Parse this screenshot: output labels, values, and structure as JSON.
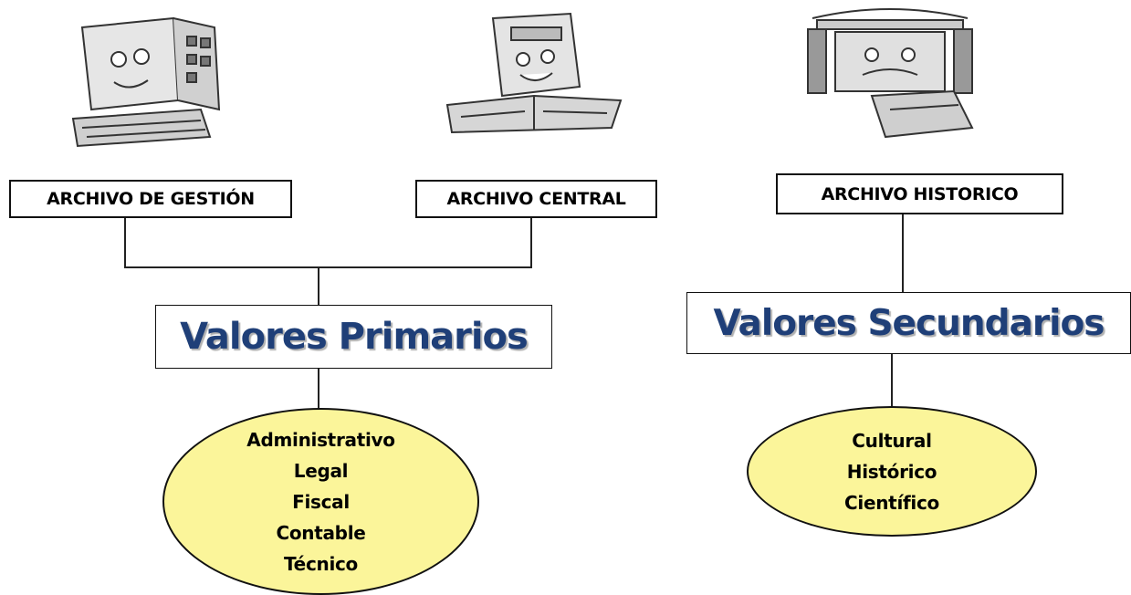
{
  "archives": {
    "gestion": "ARCHIVO DE GESTIÓN",
    "central": "ARCHIVO CENTRAL",
    "historico": "ARCHIVO HISTORICO"
  },
  "values": {
    "primary_title": "Valores Primarios",
    "secondary_title": "Valores Secundarios",
    "primary_items": [
      "Administrativo",
      "Legal",
      "Fiscal",
      "Contable",
      "Técnico"
    ],
    "secondary_items": [
      "Cultural",
      "Histórico",
      "Científico"
    ]
  },
  "illustrations": {
    "gestion": "archive-cabinet-character-sketch",
    "central": "archive-books-character-sketch",
    "historico": "historic-archive-character-sketch"
  },
  "colors": {
    "title_blue": "#1f3f78",
    "ellipse_fill": "#fbf59a"
  }
}
